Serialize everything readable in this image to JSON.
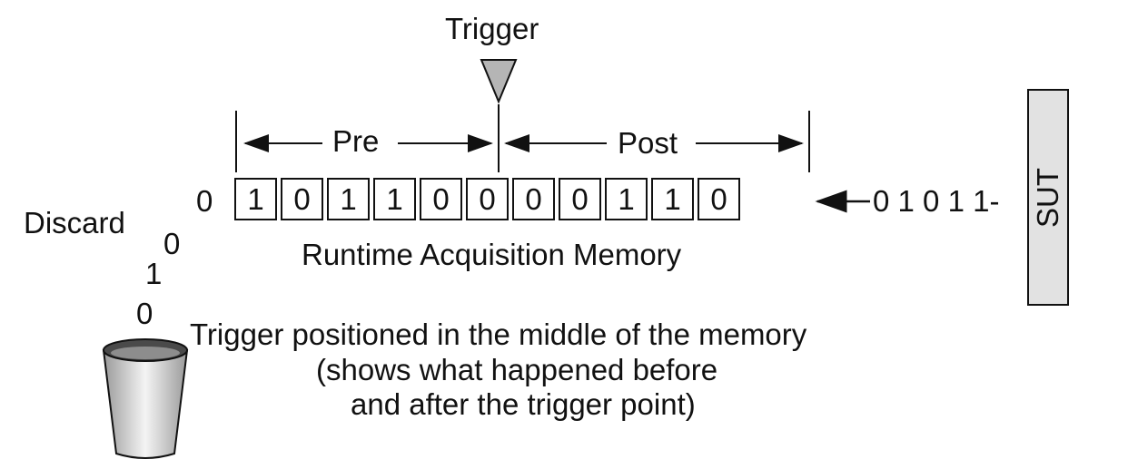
{
  "trigger_label": "Trigger",
  "pre_label": "Pre",
  "post_label": "Post",
  "memory_bits": [
    "1",
    "0",
    "1",
    "1",
    "0",
    "0",
    "0",
    "0",
    "1",
    "1",
    "0"
  ],
  "memory_caption": "Runtime Acquisition Memory",
  "discard_label": "Discard",
  "discarded_bits": [
    "0",
    "0",
    "1",
    "0"
  ],
  "incoming_stream": "0 1 0 1 1-",
  "sut_label": "SUT",
  "caption_lines": [
    "Trigger positioned in the middle of the memory",
    "(shows what happened before",
    "and after the trigger point)"
  ]
}
